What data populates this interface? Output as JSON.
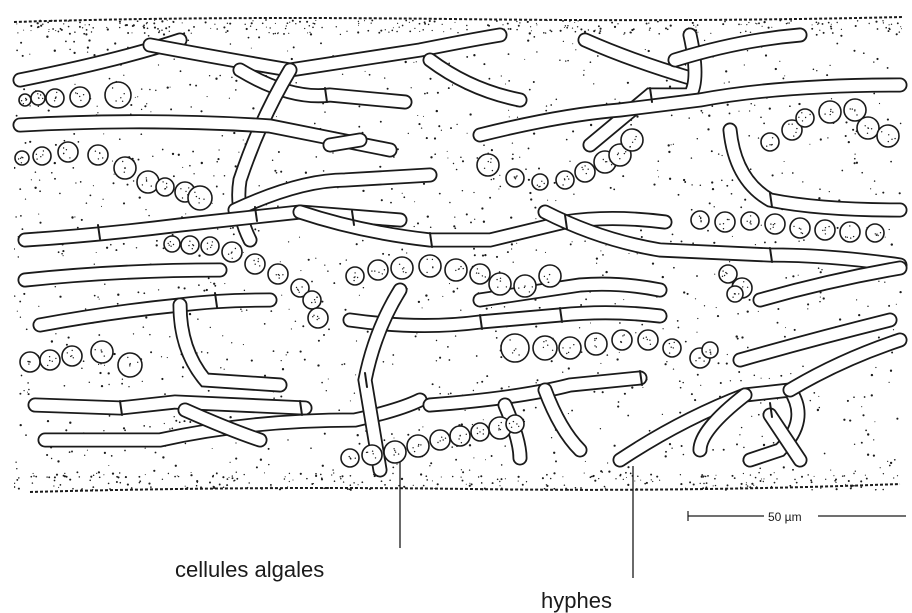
{
  "labels": {
    "algal_cells": "cellules algales",
    "hyphae": "hyphes",
    "scale_bar": "50 µm"
  },
  "colors": {
    "ink": "#1a1a1a",
    "background": "#ffffff"
  }
}
